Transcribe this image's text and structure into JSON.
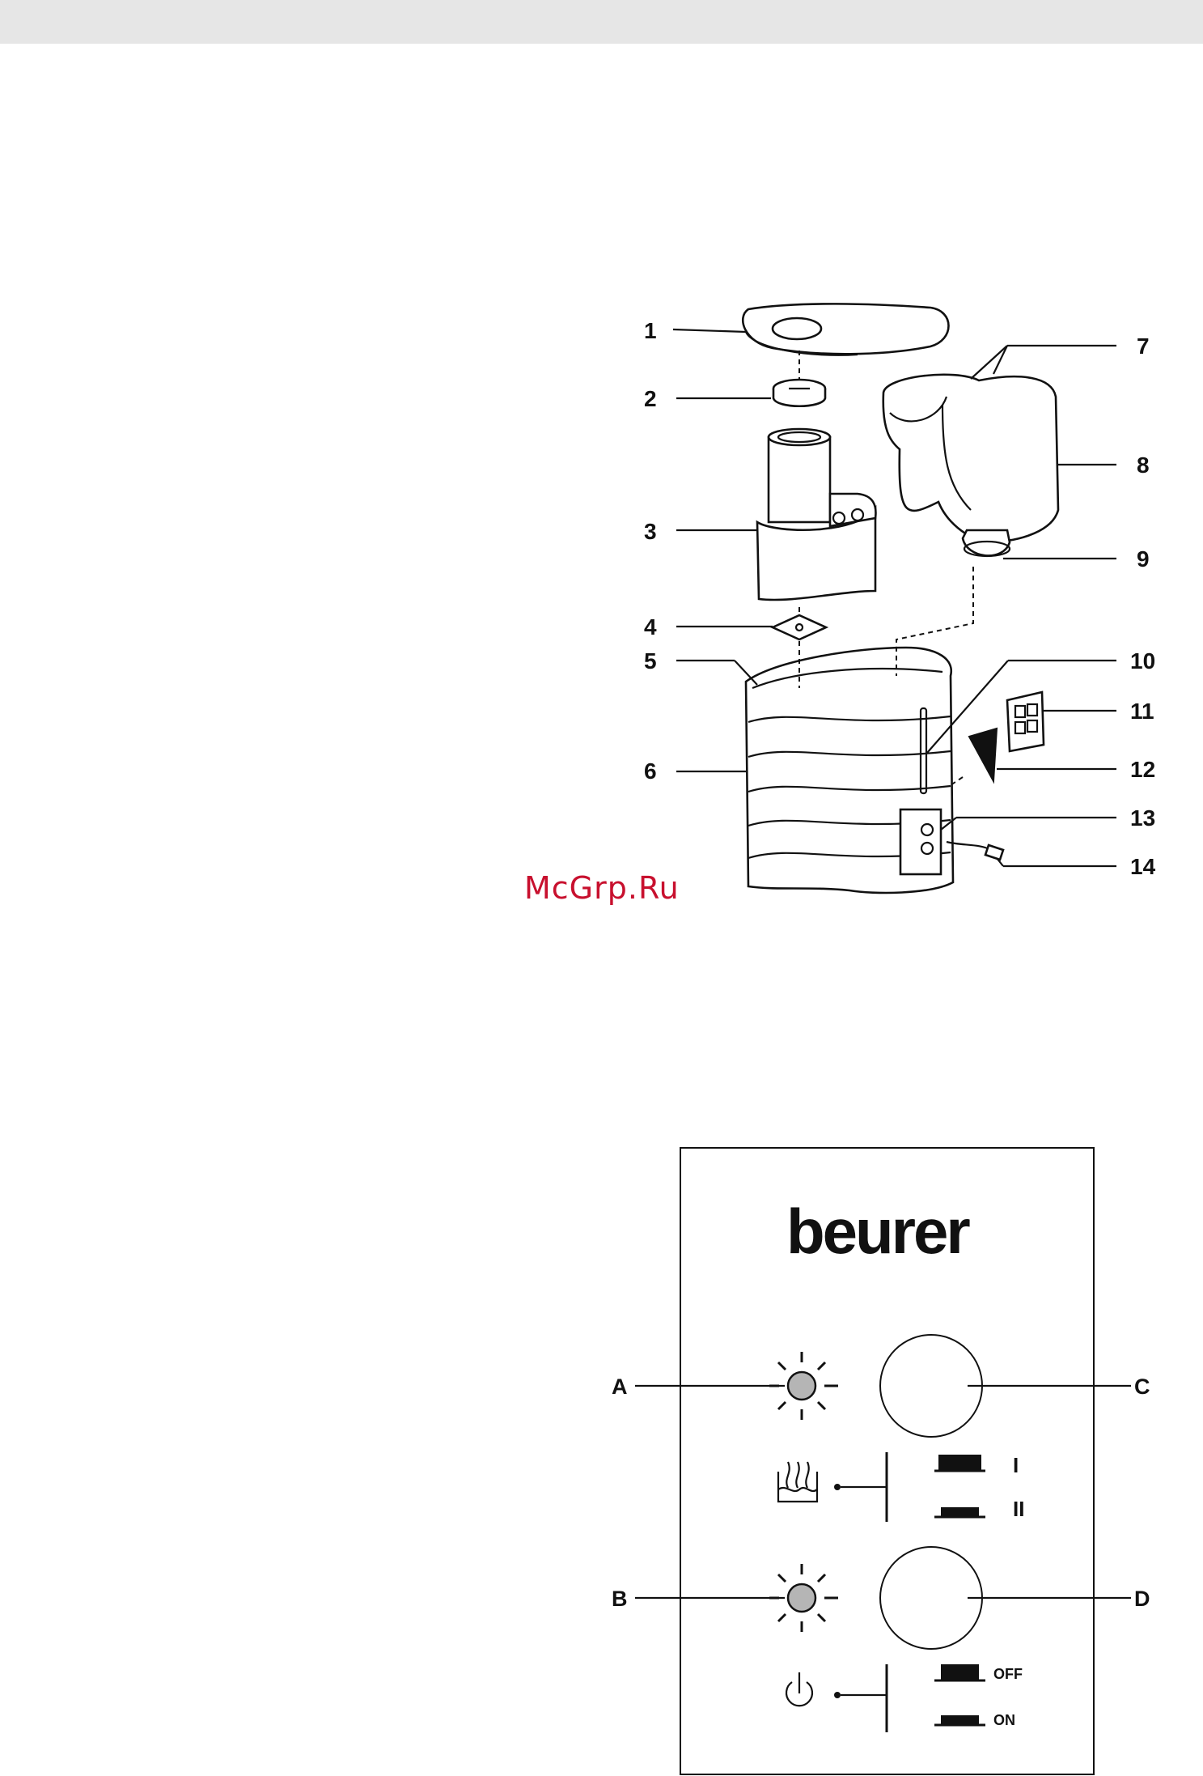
{
  "exploded_view": {
    "callouts": [
      "1",
      "2",
      "3",
      "4",
      "5",
      "6",
      "7",
      "8",
      "9",
      "10",
      "11",
      "12",
      "13",
      "14"
    ],
    "watermark": "McGrp.Ru"
  },
  "control_panel": {
    "brand": "beurer",
    "letters": {
      "a": "A",
      "b": "B",
      "c": "C",
      "d": "D"
    },
    "level_switch": {
      "one": "I",
      "two": "II"
    },
    "power_switch": {
      "off": "OFF",
      "on": "ON"
    },
    "icons": [
      "sun-indicator-icon",
      "steam-bath-icon",
      "power-icon"
    ],
    "lamp_color": "#b5b5b5"
  }
}
